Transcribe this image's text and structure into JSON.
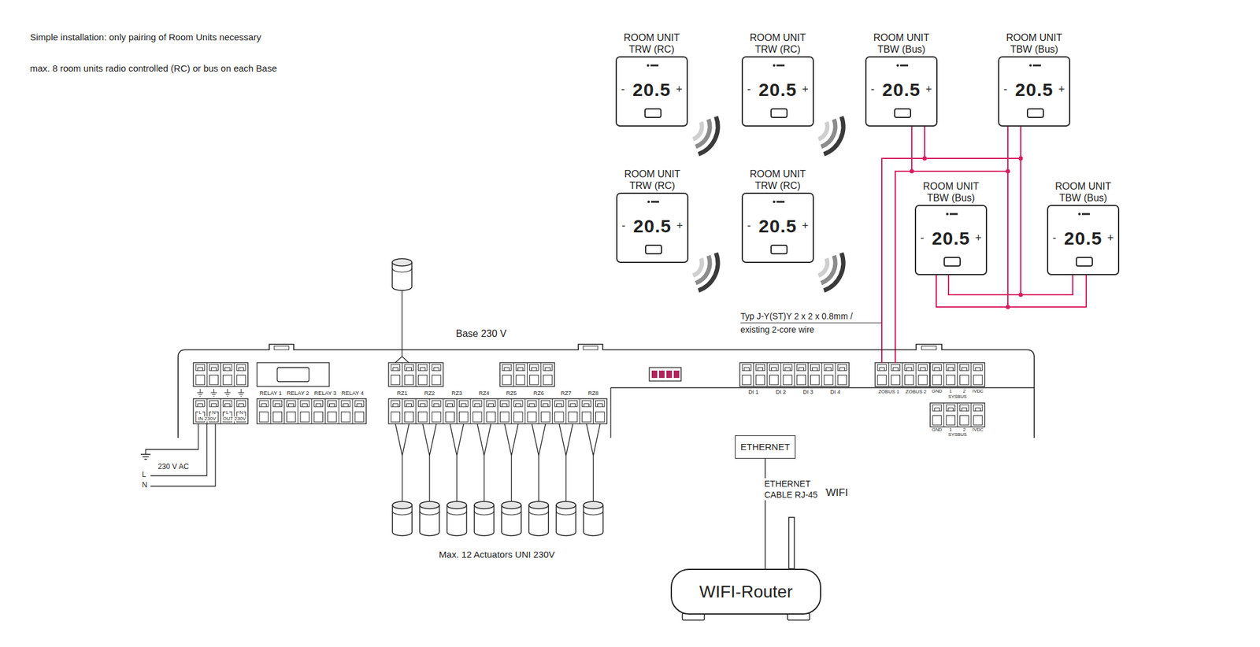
{
  "diagram": {
    "nodes": [
      {
        "text": [
          "ROOM UNIT TRW (RC)",
          "-",
          "20.5",
          "+"
        ]
      },
      {
        "text": [
          "ROOM UNIT TRW (RC)",
          "-",
          "20.5",
          "+"
        ]
      },
      {
        "text": [
          "ROOM UNIT TBW (Bus)",
          "-",
          "20.5",
          "+"
        ]
      },
      {
        "text": [
          "ROOM UNIT TBW (Bus)",
          "-",
          "20.5",
          "+"
        ]
      },
      {
        "text": [
          "ROOM UNIT TRW (RC)",
          "-",
          "20.5",
          "+"
        ]
      },
      {
        "text": [
          "ROOM UNIT TRW (RC)",
          "-",
          "20.5",
          "+"
        ]
      },
      {
        "text": [
          "ROOM UNIT TBW (Bus)",
          "-",
          "20.5",
          "+"
        ]
      },
      {
        "text": [
          "ROOM UNIT TBW (Bus)",
          "-",
          "20.5",
          "+"
        ]
      },
      {
        "text": [
          "Base 230 V"
        ]
      },
      {
        "text": [
          "ETHERNET"
        ]
      },
      {
        "text": [
          "WIFI-Router"
        ]
      }
    ],
    "edges": [
      {
        "from": 2,
        "to": 8,
        "arrow": "none"
      },
      {
        "from": 3,
        "to": 8,
        "arrow": "none"
      },
      {
        "from": 6,
        "to": 8,
        "arrow": "none"
      },
      {
        "from": 7,
        "to": 8,
        "arrow": "none"
      },
      {
        "from": 9,
        "to": 10,
        "arrow": "none",
        "label": "ETHERNET CABLE RJ-45"
      }
    ],
    "labels": [
      "Simple installation: only pairing of Room Units necessary",
      "max. 8 room units radio controlled (RC) or bus on each Base",
      "Typ J-Y(ST)Y 2 x 2 x 0.8mm / existing 2-core wire",
      "Max. 12 Actuators UNI 230V",
      "230 V AC",
      "L",
      "N",
      "/WIFI",
      "RELAY 1",
      "RELAY 2",
      "RELAY 3",
      "RELAY 4",
      "RZ1",
      "RZ2",
      "RZ3",
      "RZ4",
      "RZ5",
      "RZ6",
      "RZ7",
      "RZ8",
      "DI 1",
      "DI 2",
      "DI 3",
      "DI 4",
      "ZOBUS 1",
      "ZOBUS 2",
      "GND",
      "1",
      "2",
      "IVDC",
      "SYSBUS",
      "GND",
      "1",
      "2",
      "IVDC",
      "SYSBUS",
      "L",
      "N",
      "L",
      "N",
      "IN 230V",
      "OUT 230V"
    ]
  }
}
